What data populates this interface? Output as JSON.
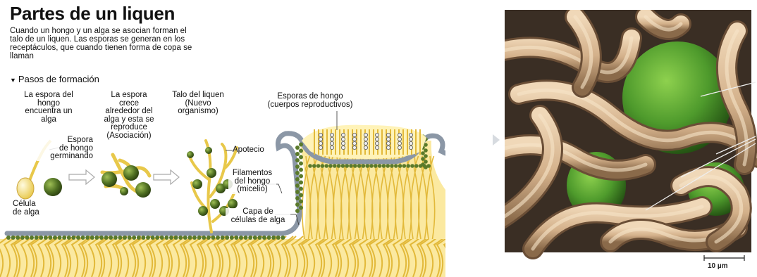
{
  "diagram": {
    "title": "Partes de un liquen",
    "intro": "Cuando un hongo y un alga se asocian forman el  talo de un liquen. Las esporas se generan en los receptáculos, que cuando tienen forma de copa se llaman",
    "steps_heading": "Pasos de formación",
    "step_labels": {
      "step1": "La espora del\nhongo\nencuentra un\nalga",
      "step2": "La espora\ncrece\nalrededor del\nalga y esta se\nreproduce\n(Asociación)",
      "step3": "Talo del liquen\n(Nuevo\norganismo)"
    },
    "part_labels": {
      "spore_germinating": "Espora\nde hongo\ngerminando",
      "alga_cell": "Célula\nde alga",
      "apothecium": "Apotecio",
      "fungal_filaments": "Filamentos\ndel hongo\n(micelio)",
      "alga_layer": "Capa de\ncélulas de alga",
      "fungal_spores": "Esporas de hongo\n(cuerpos reproductivos)"
    },
    "colors": {
      "hyphae": "#f2d66b",
      "alga": "#5a7a2a",
      "cortex": "#8b97a6",
      "spore": "#f7edb8"
    }
  },
  "micrograph": {
    "scale_label": "10 µm",
    "colors": {
      "hyphae": "#d8b892",
      "alga": "#4e9a2c",
      "background": "#3a2e24"
    }
  },
  "icons": {
    "arrow": "arrow-right-icon"
  }
}
